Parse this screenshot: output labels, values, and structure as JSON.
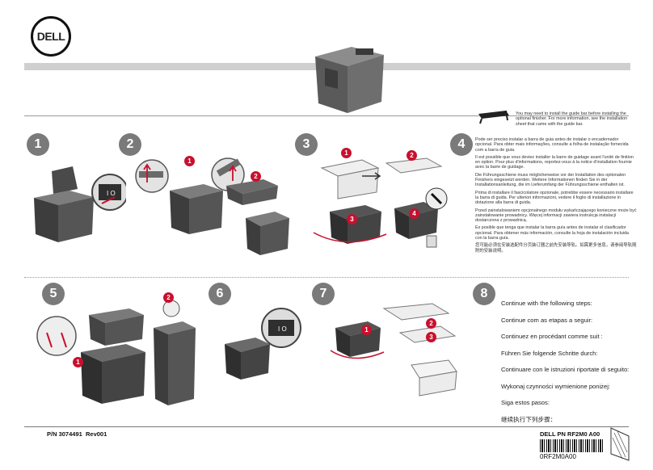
{
  "header": {
    "logo_text": "DELL"
  },
  "steps": [
    {
      "number": "1"
    },
    {
      "number": "2"
    },
    {
      "number": "3"
    },
    {
      "number": "4"
    },
    {
      "number": "5"
    },
    {
      "number": "6"
    },
    {
      "number": "7"
    },
    {
      "number": "8"
    }
  ],
  "callouts": {
    "one": "1",
    "two": "2",
    "three": "3",
    "four": "4"
  },
  "guide_note": {
    "en": "You may need to install the guide bar before installing the optional finisher. For more information, see the installation sheet that came with the guide bar.",
    "pt": "Pode ser preciso instalar a barra de guia antes de instalar o encadernador opcional. Para obter mais informações, consulte a folha de instalação fornecida com a barra de guia.",
    "fr": "Il est possible que vous deviez installer la barre de guidage avant l'unité de finition en option. Pour plus d'informations, reportez-vous à la notice d'installation fournie avec la barre de guidage.",
    "de": "Die Führungsschiene muss möglicherweise vor der Installation des optionalen Finishers eingesetzt werden. Weitere Informationen finden Sie in der Installationsanleitung, die im Lieferumfang der Führungsschiene enthalten ist.",
    "it": "Prima di installare il fascicolatore opzionale, potrebbe essere necessario installare la barra di guida. Per ulteriori informazioni, vedere il foglio di installazione in dotazione alla barra di guida.",
    "pl": "Przed zainstalowaniem opcjonalnego modułu wykańczającego konieczne może być zainstalowanie prowadnicy. Więcej informacji zawiera instrukcja instalacji dostarczona z prowadnicą.",
    "es": "Es posible que tenga que instalar la barra guía antes de instalar el clasificador opcional. Para obtener más información, consulte la hoja de instalación incluida con la barra guía.",
    "zh": "您可能必须在安装选配件分页装订器之前先安装导轨。如需更多信息，请参阅导轨随附的安装说明。"
  },
  "continue_steps": [
    "Continue with the following steps:",
    "Continue com as etapas a seguir:",
    "Continuez en procédant comme suit :",
    "Führen Sie folgende Schritte durch:",
    "Continuare con le istruzioni riportate di seguito:",
    "Wykonaj czynności wymienione poniżej:",
    "Siga estos pasos:",
    "继续执行下列步骤："
  ],
  "footer": {
    "part_number": "P/N 3074491",
    "revision": "Rev001",
    "dell_pn": "DELL PN RF2M0 A00",
    "barcode_text": "0RF2M0A00"
  },
  "colors": {
    "accent": "#c8102e",
    "step_circle": "#7a7a7a",
    "band": "#cfcfcf"
  }
}
